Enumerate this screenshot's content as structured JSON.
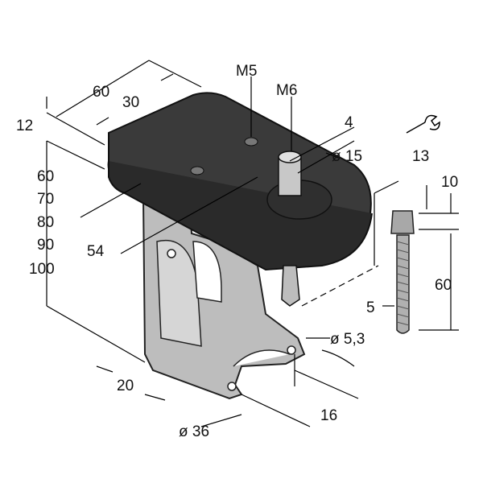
{
  "title": "Mounting bracket with sensor and screw — dimension drawing",
  "dimensions": {
    "top_width": "60",
    "top_offset": "30",
    "thread_m5": "M5",
    "thread_m6": "M6",
    "shaft_flat": "4",
    "shaft_diameter": "ø 15",
    "height_12": "12",
    "heights": [
      "60",
      "70",
      "80",
      "90",
      "100"
    ],
    "depth_54": "54",
    "wrench_size": "13",
    "screw_head": "10",
    "screw_length": "60",
    "screw_thread": "5",
    "hole_diameter": "ø 5,3",
    "base_20": "20",
    "base_16": "16",
    "cutout_diameter": "ø 36"
  },
  "colors": {
    "housing": "#3a3a3a",
    "bracket": "#b8b8b8",
    "screw": "#a0a0a0"
  }
}
